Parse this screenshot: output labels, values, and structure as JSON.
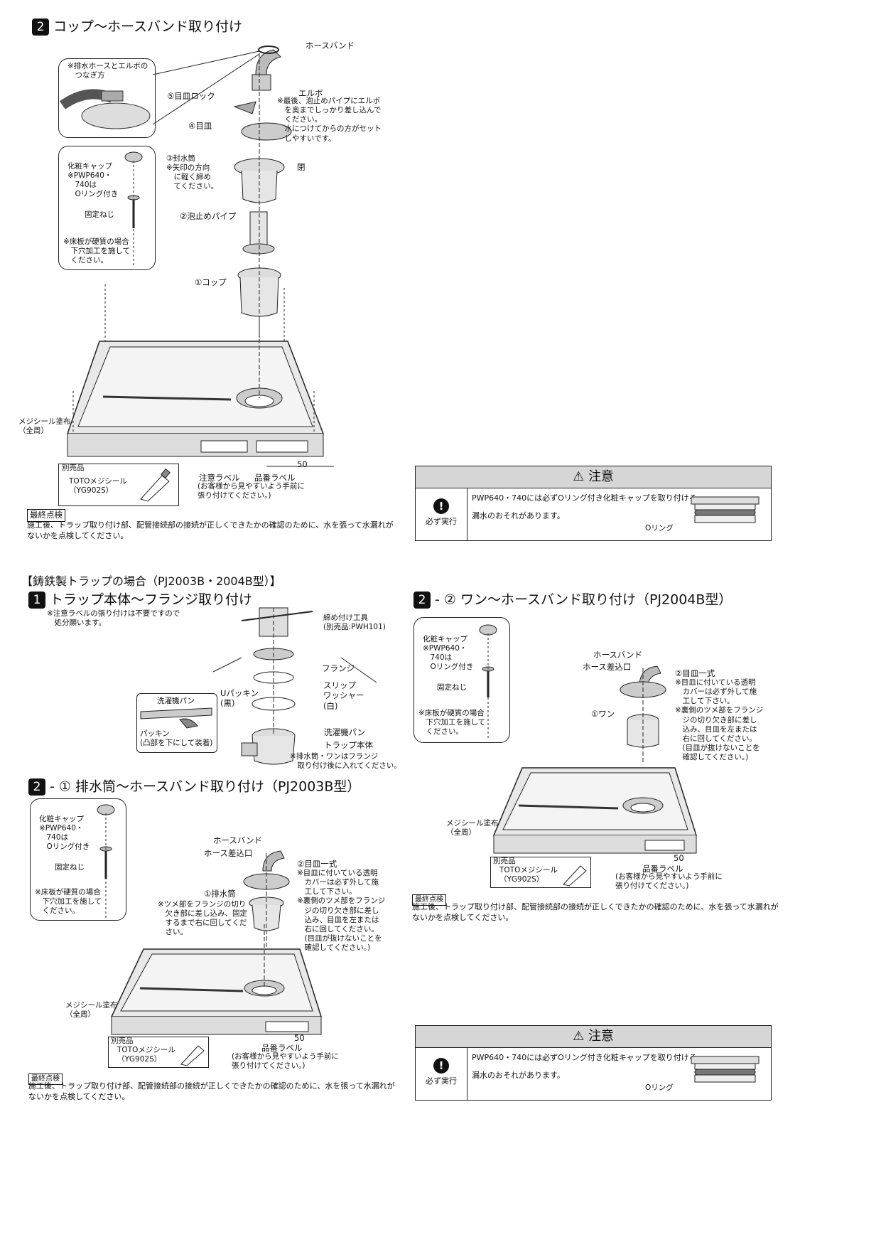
{
  "section1": {
    "step_num": "2",
    "title": "コップ〜ホースバンド取り付け",
    "callout_hose": "※排水ホースとエルボの\n　つなぎ方",
    "label_hoseband": "ホースバンド",
    "label_elbow": "エルボ",
    "note_elbow": "※最後、泡止めパイプにエルボ\n　を奥までしっかり差し込んで\n　ください。\n　水につけてからの方がセット\n　しやすいです。",
    "label_lock": "⑤目皿ロック",
    "label_plate": "④目皿",
    "label_seal": "③封水筒\n※矢印の方向\n　に軽く締め\n　てください。",
    "label_close": "閉",
    "label_pipe": "②泡止めパイプ",
    "label_cup": "①コップ",
    "callout_cap": "化粧キャップ\n※PWP640・\n　740は\n　Oリング付き",
    "label_screw": "固定ねじ",
    "note_floor": "※床板が硬質の場合\n　下穴加工を施して\n　ください。",
    "label_mejiseal": "メジシール塗布\n（全周）",
    "sold_separately": "別売品",
    "product": "TOTOメジシール\n（YG902S）",
    "label_caution": "注意ラベル",
    "label_partno": "品番ラベル",
    "label_paste": "(お客様から見やすいよう手前に\n張り付けてください。)",
    "dim_50": "50",
    "final_check_label": "最終点検",
    "final_check_text": "施工後、トラップ取り付け部、配管接続部の接続が正しくできたかの確認のために、水を張って水漏れが\nないかを点検してください。"
  },
  "caution1": {
    "head": "注意",
    "action": "必ず実行",
    "line1": "PWP640・740には必ずOリング付き化粧キャップを取り付ける",
    "line2": "漏水のおそれがあります。",
    "oring": "Oリング"
  },
  "section2": {
    "heading": "【鋳鉄製トラップの場合（PJ2003B・2004B型）】",
    "step_num": "1",
    "title": "トラップ本体〜フランジ取り付け",
    "note": "※注意ラベルの張り付けは不要ですので\n　処分願います。",
    "label_tool": "締め付け工具\n(別売品:PWH101)",
    "label_flange": "フランジ",
    "label_slip": "スリップ\nワッシャー\n(白)",
    "label_upacking": "Uパッキン\n(黒)",
    "label_pan1": "洗濯機パン",
    "label_packing": "パッキン\n(凸部を下にして装着)",
    "label_pan2": "洗濯機パン",
    "label_trap": "トラップ本体",
    "note_trap": "※排水筒・ワンはフランジ\n　取り付け後に入れてください。"
  },
  "section3": {
    "step_num": "2",
    "title": "- ① 排水筒〜ホースバンド取り付け（PJ2003B型）",
    "callout_cap": "化粧キャップ\n※PWP640・\n　740は\n　Oリング付き",
    "label_screw": "固定ねじ",
    "note_floor": "※床板が硬質の場合\n　下穴加工を施して\n　ください。",
    "label_hoseband": "ホースバンド",
    "label_hoseinlet": "ホース差込口",
    "label_drain": "①排水筒",
    "note_drain": "※ツメ部をフランジの切り\n　欠き部に差し込み、固定\n　するまで右に回してくだ\n　さい。",
    "label_plateset": "②目皿一式",
    "note_plateset": "※目皿に付いている透明\n　カバーは必ず外して施\n　工して下さい。\n※裏側のツメ部をフランジ\n　ジの切り欠き部に差し\n　込み、目皿を左または\n　右に回してください。\n　(目皿が抜けないことを\n　確認してください。)",
    "label_mejiseal": "メジシール塗布\n（全周）",
    "sold_separately": "別売品",
    "product": "TOTOメジシール\n（YG902S）",
    "label_partno": "品番ラベル",
    "label_paste": "(お客様から見やすいよう手前に\n張り付けてください。)",
    "dim_50": "50",
    "final_check_label": "最終点検",
    "final_check_text": "施工後、トラップ取り付け部、配管接続部の接続が正しくできたかの確認のために、水を張って水漏れが\nないかを点検してください。"
  },
  "section4": {
    "step_num": "2",
    "title": "- ② ワン〜ホースバンド取り付け（PJ2004B型）",
    "callout_cap": "化粧キャップ\n※PWP640・\n　740は\n　Oリング付き",
    "label_screw": "固定ねじ",
    "note_floor": "※床板が硬質の場合\n　下穴加工を施して\n　ください。",
    "label_hoseband": "ホースバンド",
    "label_hoseinlet": "ホース差込口",
    "label_plateset": "②目皿一式",
    "note_plateset": "※目皿に付いている透明\n　カバーは必ず外して施\n　工して下さい。\n※裏側のツメ部をフランジ\n　ジの切り欠き部に差し\n　込み、目皿を左または\n　右に回してください。\n　(目皿が抜けないことを\n　確認してください。)",
    "label_wan": "①ワン",
    "label_mejiseal": "メジシール塗布\n（全周）",
    "sold_separately": "別売品",
    "product": "TOTOメジシール\n（YG902S）",
    "label_partno": "品番ラベル",
    "label_paste": "(お客様から見やすいよう手前に\n張り付けてください。)",
    "dim_50": "50",
    "final_check_label": "最終点検",
    "final_check_text": "施工後、トラップ取り付け部、配管接続部の接続が正しくできたかの確認のために、水を張って水漏れが\nないかを点検してください。"
  },
  "caution2": {
    "head": "注意",
    "action": "必ず実行",
    "line1": "PWP640・740には必ずOリング付き化粧キャップを取り付ける",
    "line2": "漏水のおそれがあります。",
    "oring": "Oリング"
  }
}
